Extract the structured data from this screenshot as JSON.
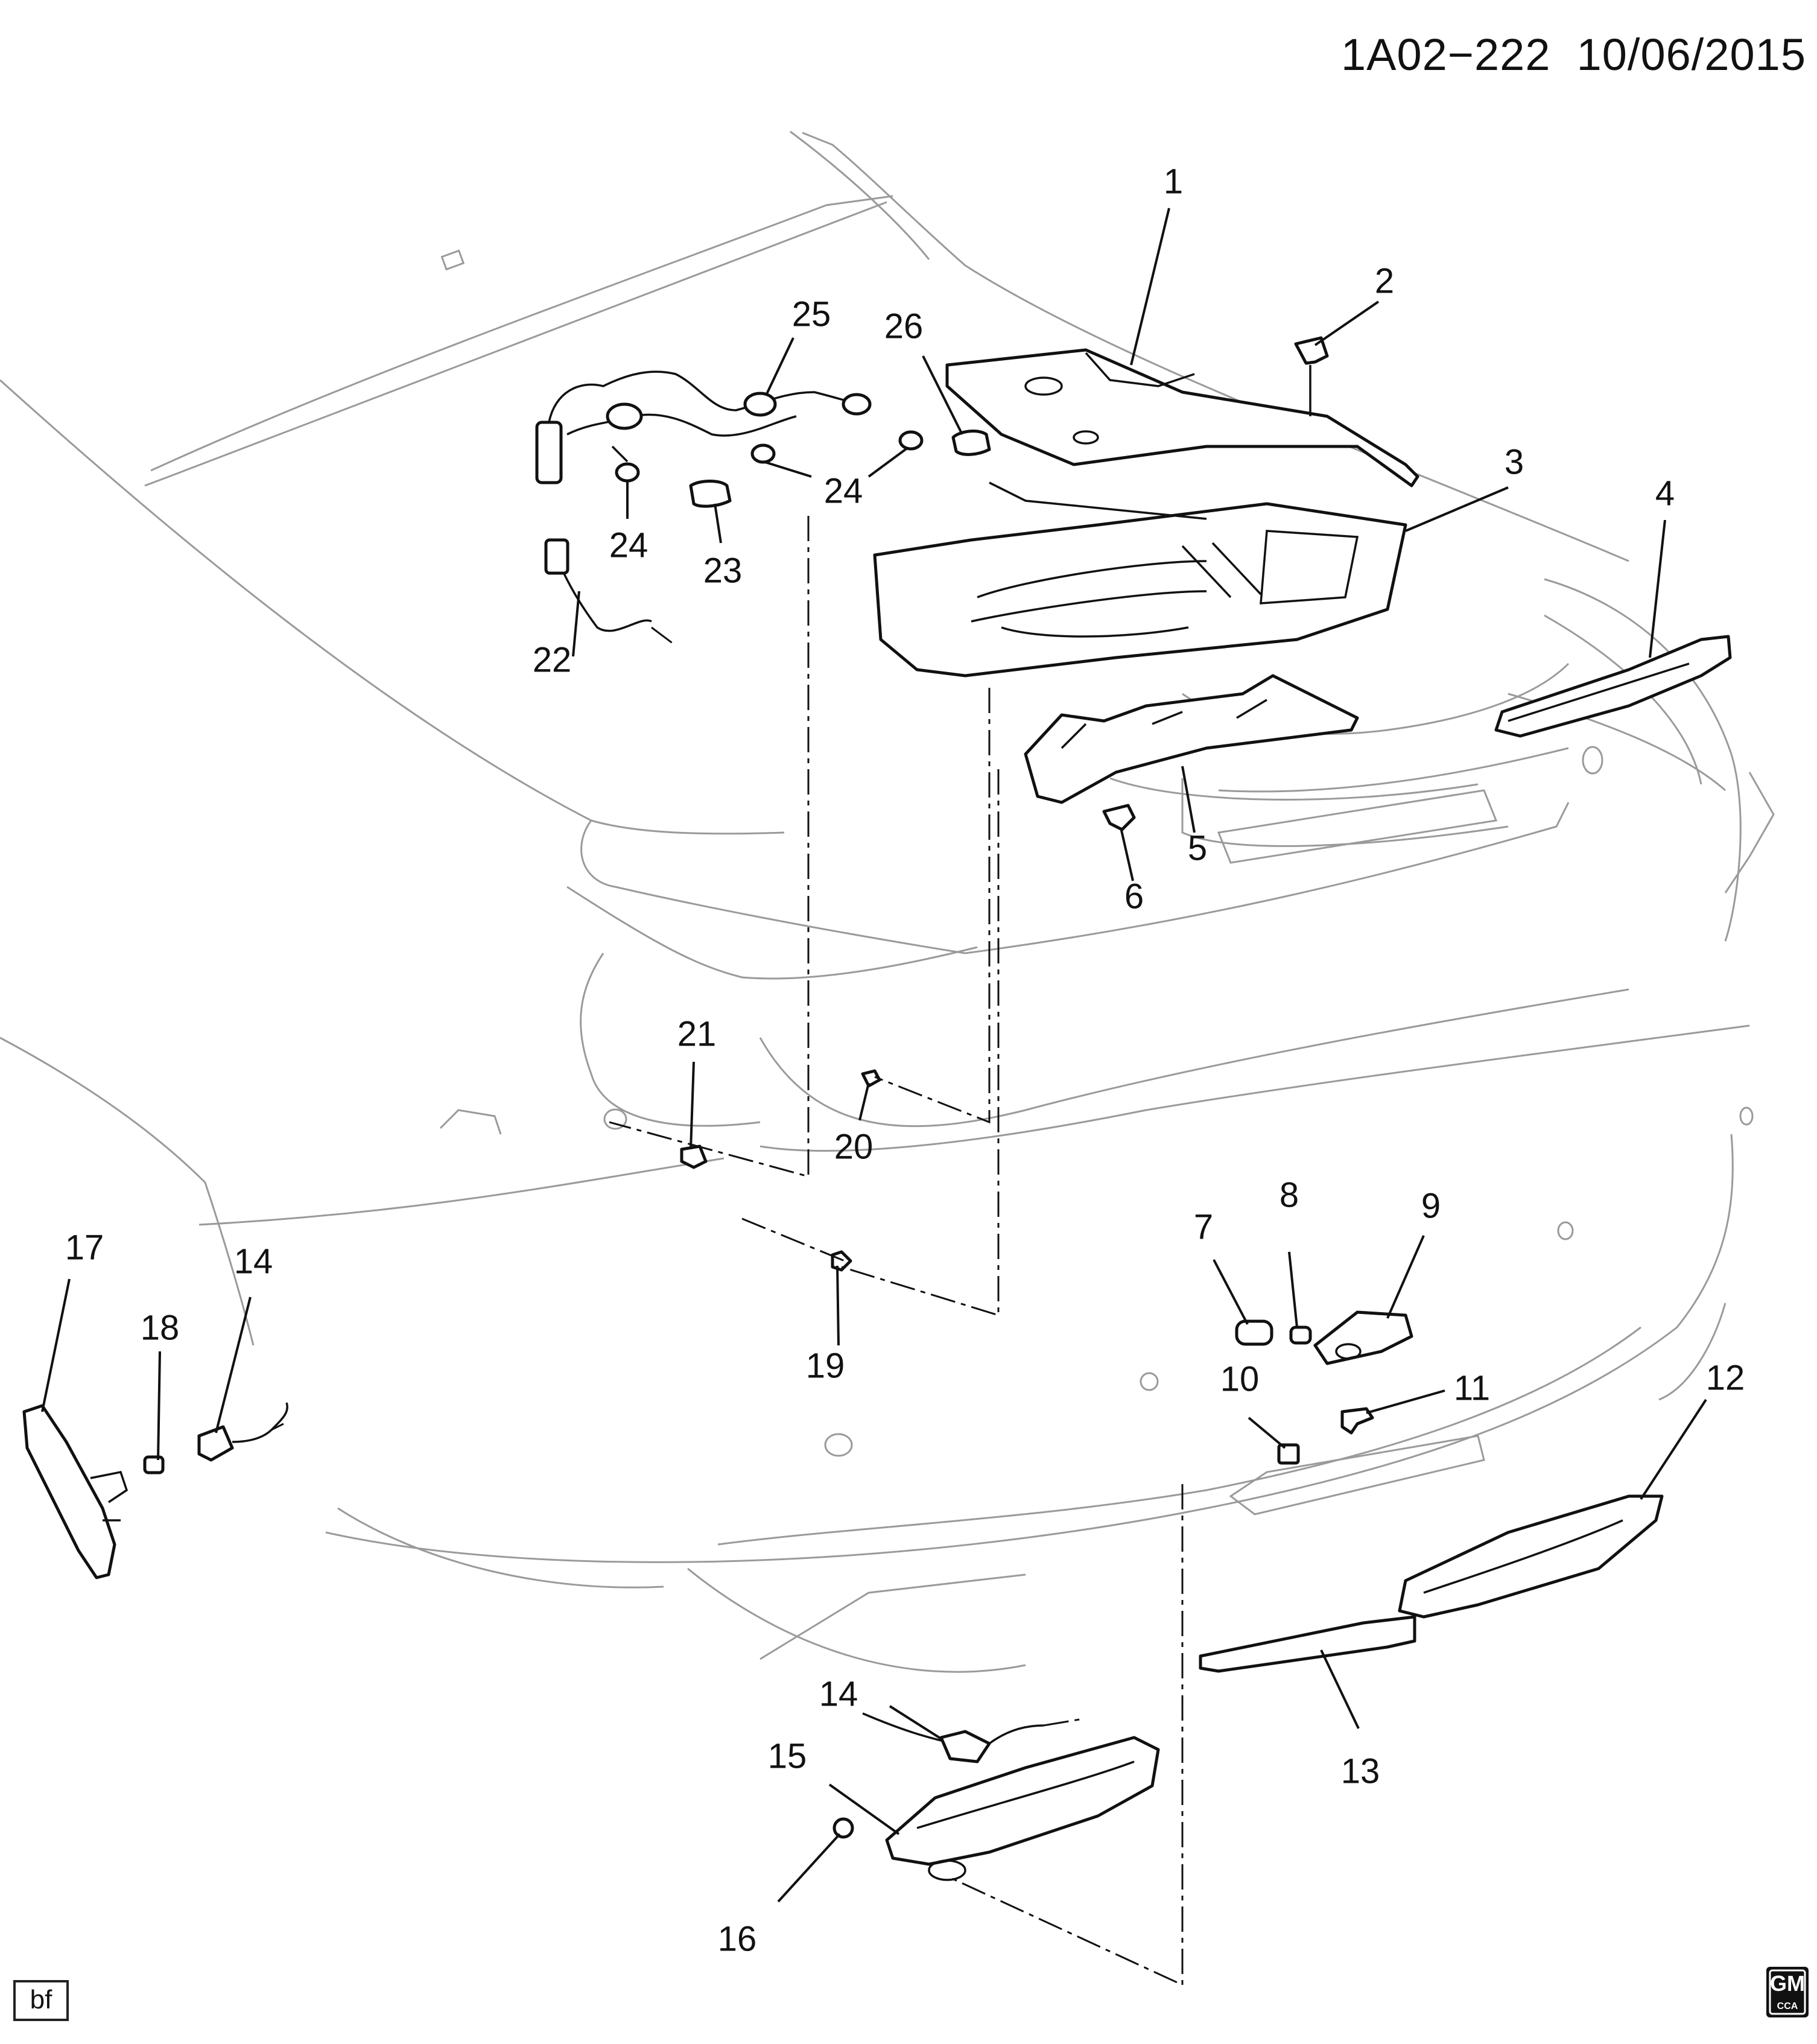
{
  "header": {
    "code": "1A02−222",
    "date": "10/06/2015"
  },
  "footer": {
    "tag": "bf",
    "logo_line1": "GM",
    "logo_line2": "CCA"
  },
  "callouts": [
    {
      "id": "c1",
      "label": "1"
    },
    {
      "id": "c2",
      "label": "2"
    },
    {
      "id": "c3",
      "label": "3"
    },
    {
      "id": "c4",
      "label": "4"
    },
    {
      "id": "c5",
      "label": "5"
    },
    {
      "id": "c6",
      "label": "6"
    },
    {
      "id": "c7",
      "label": "7"
    },
    {
      "id": "c8",
      "label": "8"
    },
    {
      "id": "c9",
      "label": "9"
    },
    {
      "id": "c10",
      "label": "10"
    },
    {
      "id": "c11",
      "label": "11"
    },
    {
      "id": "c12",
      "label": "12"
    },
    {
      "id": "c13",
      "label": "13"
    },
    {
      "id": "c14a",
      "label": "14"
    },
    {
      "id": "c14b",
      "label": "14"
    },
    {
      "id": "c15",
      "label": "15"
    },
    {
      "id": "c16",
      "label": "16"
    },
    {
      "id": "c17",
      "label": "17"
    },
    {
      "id": "c18",
      "label": "18"
    },
    {
      "id": "c19",
      "label": "19"
    },
    {
      "id": "c20",
      "label": "20"
    },
    {
      "id": "c21",
      "label": "21"
    },
    {
      "id": "c22",
      "label": "22"
    },
    {
      "id": "c23",
      "label": "23"
    },
    {
      "id": "c24a",
      "label": "24"
    },
    {
      "id": "c24b",
      "label": "24"
    },
    {
      "id": "c25",
      "label": "25"
    },
    {
      "id": "c26",
      "label": "26"
    }
  ]
}
